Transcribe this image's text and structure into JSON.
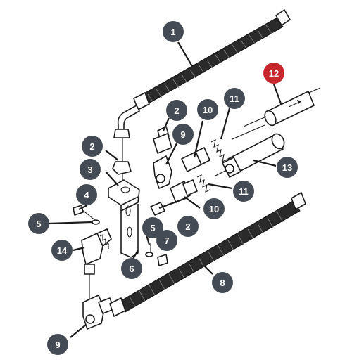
{
  "diagram": {
    "callouts": [
      {
        "id": "c1",
        "label": "1",
        "highlighted": false
      },
      {
        "id": "c2a",
        "label": "2",
        "highlighted": false
      },
      {
        "id": "c2b",
        "label": "2",
        "highlighted": false
      },
      {
        "id": "c2c",
        "label": "2",
        "highlighted": false
      },
      {
        "id": "c3",
        "label": "3",
        "highlighted": false
      },
      {
        "id": "c4",
        "label": "4",
        "highlighted": false
      },
      {
        "id": "c5a",
        "label": "5",
        "highlighted": false
      },
      {
        "id": "c5b",
        "label": "5",
        "highlighted": false
      },
      {
        "id": "c6",
        "label": "6",
        "highlighted": false
      },
      {
        "id": "c7",
        "label": "7",
        "highlighted": false
      },
      {
        "id": "c8",
        "label": "8",
        "highlighted": false
      },
      {
        "id": "c9a",
        "label": "9",
        "highlighted": false
      },
      {
        "id": "c9b",
        "label": "9",
        "highlighted": false
      },
      {
        "id": "c10a",
        "label": "10",
        "highlighted": false
      },
      {
        "id": "c10b",
        "label": "10",
        "highlighted": false
      },
      {
        "id": "c11a",
        "label": "11",
        "highlighted": false
      },
      {
        "id": "c11b",
        "label": "11",
        "highlighted": false
      },
      {
        "id": "c12",
        "label": "12",
        "highlighted": true
      },
      {
        "id": "c13",
        "label": "13",
        "highlighted": false
      },
      {
        "id": "c14",
        "label": "14",
        "highlighted": false
      }
    ],
    "colors": {
      "callout": "#454b54",
      "highlight": "#c8262d",
      "line": "#1a1a1a",
      "hose": "#2a2a2a"
    }
  }
}
